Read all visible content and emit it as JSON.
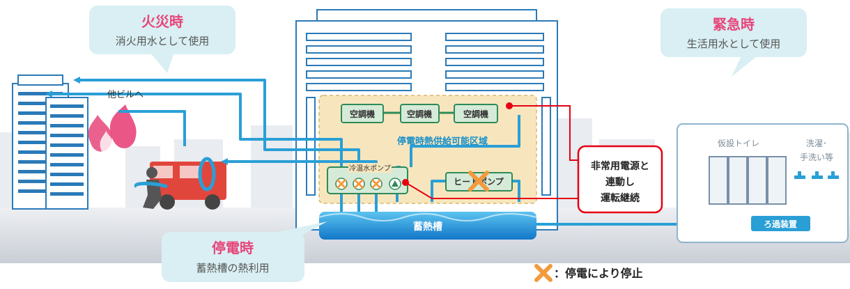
{
  "colors": {
    "accent_pink": "#e8457a",
    "water_blue": "#2a9fd6",
    "emergency_red": "#e60012",
    "bubble_bg": "#d9eff3",
    "zone_bg": "#f7e6bd",
    "unit_bg": "#d6ead8",
    "unit_border": "#2e8b57",
    "stop_mark": "#f39a3c"
  },
  "callouts": {
    "fire": {
      "title": "火災時",
      "subtitle": "消火用水として使用"
    },
    "emergency": {
      "title": "緊急時",
      "subtitle": "生活用水として使用"
    },
    "outage": {
      "title": "停電時",
      "subtitle": "蓄熱槽の熱利用"
    }
  },
  "other_building_label": "他ビルへ",
  "hvac_units": [
    "空調機",
    "空調機",
    "空調機"
  ],
  "heat_zone_label": "停電時熱供給可能区域",
  "pump_group_label": "冷温水ポンプ",
  "heat_pump_label": "ヒートポンプ",
  "storage_tank_label": "蓄熱槽",
  "power_box": {
    "lines": [
      "非常用電源と",
      "連動し",
      "運転継続"
    ]
  },
  "toilet_label": "仮設トイレ",
  "wash_label": [
    "洗濯･",
    "手洗い等"
  ],
  "filter_label": "ろ過装置",
  "legend": {
    "icon": "stop-x-icon",
    "text": "：停電により停止"
  }
}
